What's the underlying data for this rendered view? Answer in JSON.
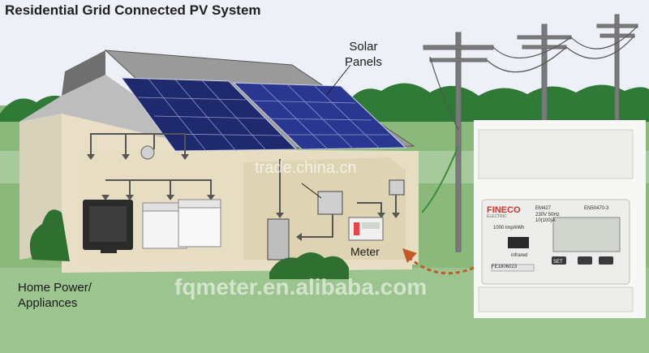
{
  "title": "Residential Grid Connected PV System",
  "labels": {
    "solar_line1": "Solar",
    "solar_line2": "Panels",
    "meter": "Meter",
    "home_line1": "Home Power/",
    "home_line2": "Appliances"
  },
  "watermarks": {
    "center": "trade.china.cn",
    "bottom": "fqmeter.en.alibaba.com"
  },
  "device": {
    "brand": "FINECO",
    "brand_sub": "ELECTRIC",
    "model": "EM427",
    "standard": "EN50470-3",
    "rating1": "230V 50Hz",
    "rating2": "10(100)A",
    "impulse": "1000 imp/kWh",
    "infrared": "infrared",
    "serial": "FE1806023",
    "button": "SET"
  },
  "colors": {
    "sky": "#eef0f7",
    "grass": "#87b878",
    "trees": "#2f7a36",
    "panel": "#2f3b86",
    "wall": "#e6dcc2",
    "roof": "#7e7e7e",
    "arrow": "#c25a28"
  },
  "icons": [
    "solar-panel-icon",
    "utility-pole-icon",
    "tv-icon",
    "washer-icon",
    "dryer-icon",
    "energy-meter-icon",
    "curved-arrow-icon"
  ]
}
